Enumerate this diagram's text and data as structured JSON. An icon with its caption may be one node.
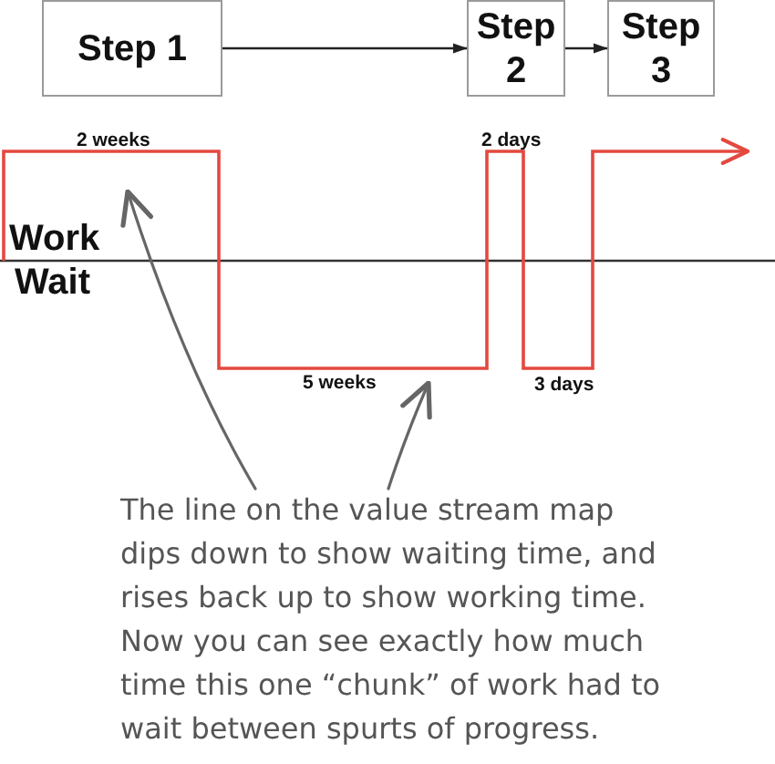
{
  "diagram": {
    "nodes": [
      {
        "text": [
          "Step 1"
        ]
      },
      {
        "text": [
          "Step 2"
        ]
      },
      {
        "text": [
          "Step 3"
        ]
      },
      {
        "text": [
          "The line on the value stream map dips down to show waiting time, and rises back up to show working time. Now you can see exactly how much time this one “chunk” of work had to wait between spurts of progress."
        ]
      }
    ],
    "edges": [
      {
        "from": 0,
        "to": 1,
        "arrow": "to"
      },
      {
        "from": 1,
        "to": 2,
        "arrow": "to"
      },
      {
        "from": 3,
        "to": null,
        "arrow": "to",
        "color": "#666666"
      },
      {
        "from": 3,
        "to": null,
        "arrow": "to",
        "color": "#666666"
      }
    ],
    "labels": [
      "2 weeks",
      "2 days",
      "Work",
      "Wait",
      "5 weeks",
      "3 days"
    ]
  }
}
